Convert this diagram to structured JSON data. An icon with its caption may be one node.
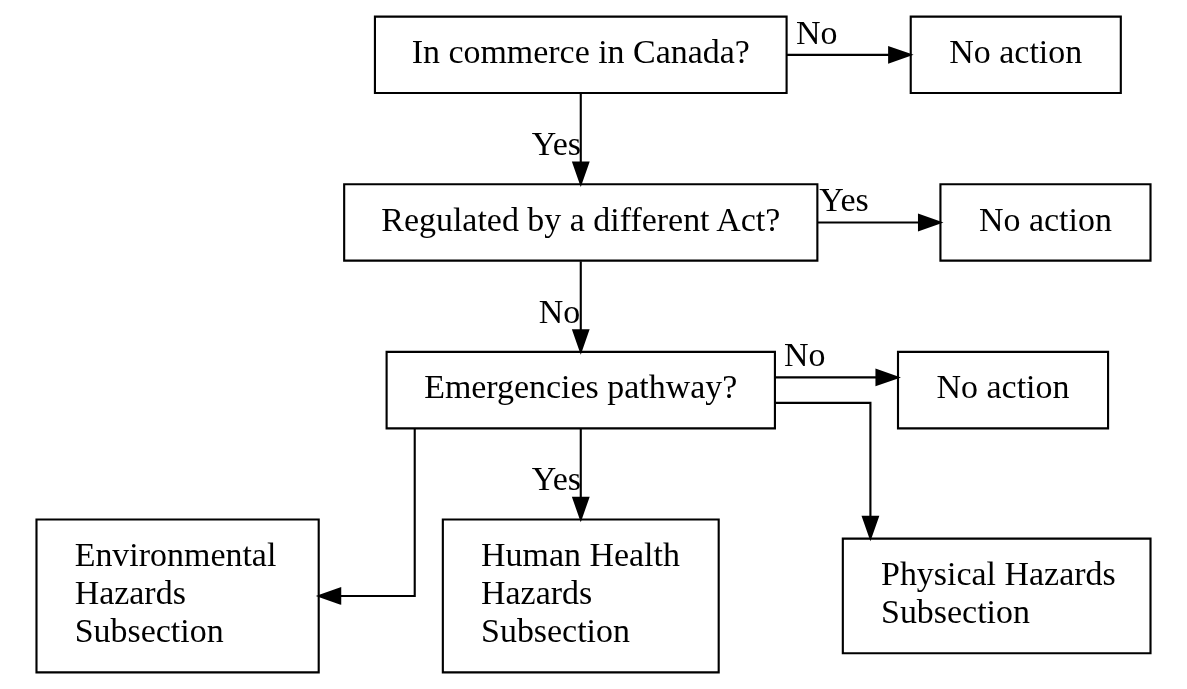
{
  "diagram": {
    "nodes": [
      {
        "text": [
          "In commerce in Canada?"
        ]
      },
      {
        "text": [
          "No action"
        ]
      },
      {
        "text": [
          "Regulated by a different Act?"
        ]
      },
      {
        "text": [
          "No action"
        ]
      },
      {
        "text": [
          "Emergencies pathway?"
        ]
      },
      {
        "text": [
          "No action"
        ]
      },
      {
        "text": [
          "Environmental Hazards Subsection"
        ]
      },
      {
        "text": [
          "Human Health Hazards Subsection"
        ]
      },
      {
        "text": [
          "Physical Hazards Subsection"
        ]
      }
    ],
    "edges": [
      {
        "from": 0,
        "to": 1,
        "arrow": "to",
        "label": "No"
      },
      {
        "from": 0,
        "to": 2,
        "arrow": "to",
        "label": "Yes"
      },
      {
        "from": 2,
        "to": 3,
        "arrow": "to",
        "label": "Yes"
      },
      {
        "from": 2,
        "to": 4,
        "arrow": "to",
        "label": "No"
      },
      {
        "from": 4,
        "to": 5,
        "arrow": "to",
        "label": "No"
      },
      {
        "from": 4,
        "to": 6,
        "arrow": "to"
      },
      {
        "from": 4,
        "to": 7,
        "arrow": "to",
        "label": "Yes"
      },
      {
        "from": 4,
        "to": 8,
        "arrow": "to"
      }
    ]
  }
}
